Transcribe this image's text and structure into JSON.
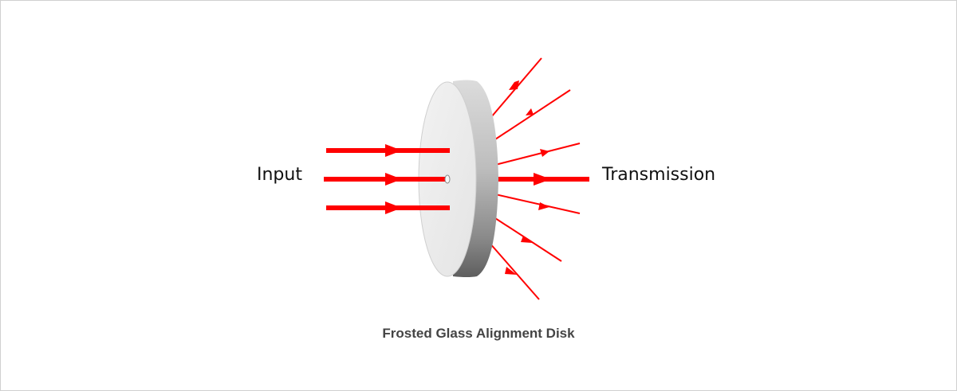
{
  "labels": {
    "input": "Input",
    "transmission": "Transmission"
  },
  "caption": "Frosted Glass Alignment Disk",
  "colors": {
    "beam": "#ff0000",
    "disk_face": "#e9e9e9",
    "disk_edge_light": "#d6d6d6",
    "disk_edge_dark": "#6a6a6a",
    "text": "#111111",
    "caption_text": "#444444"
  },
  "icons": {
    "incoming_beams": "arrow-right-icon",
    "scattered_rays": "arrow-icon"
  }
}
